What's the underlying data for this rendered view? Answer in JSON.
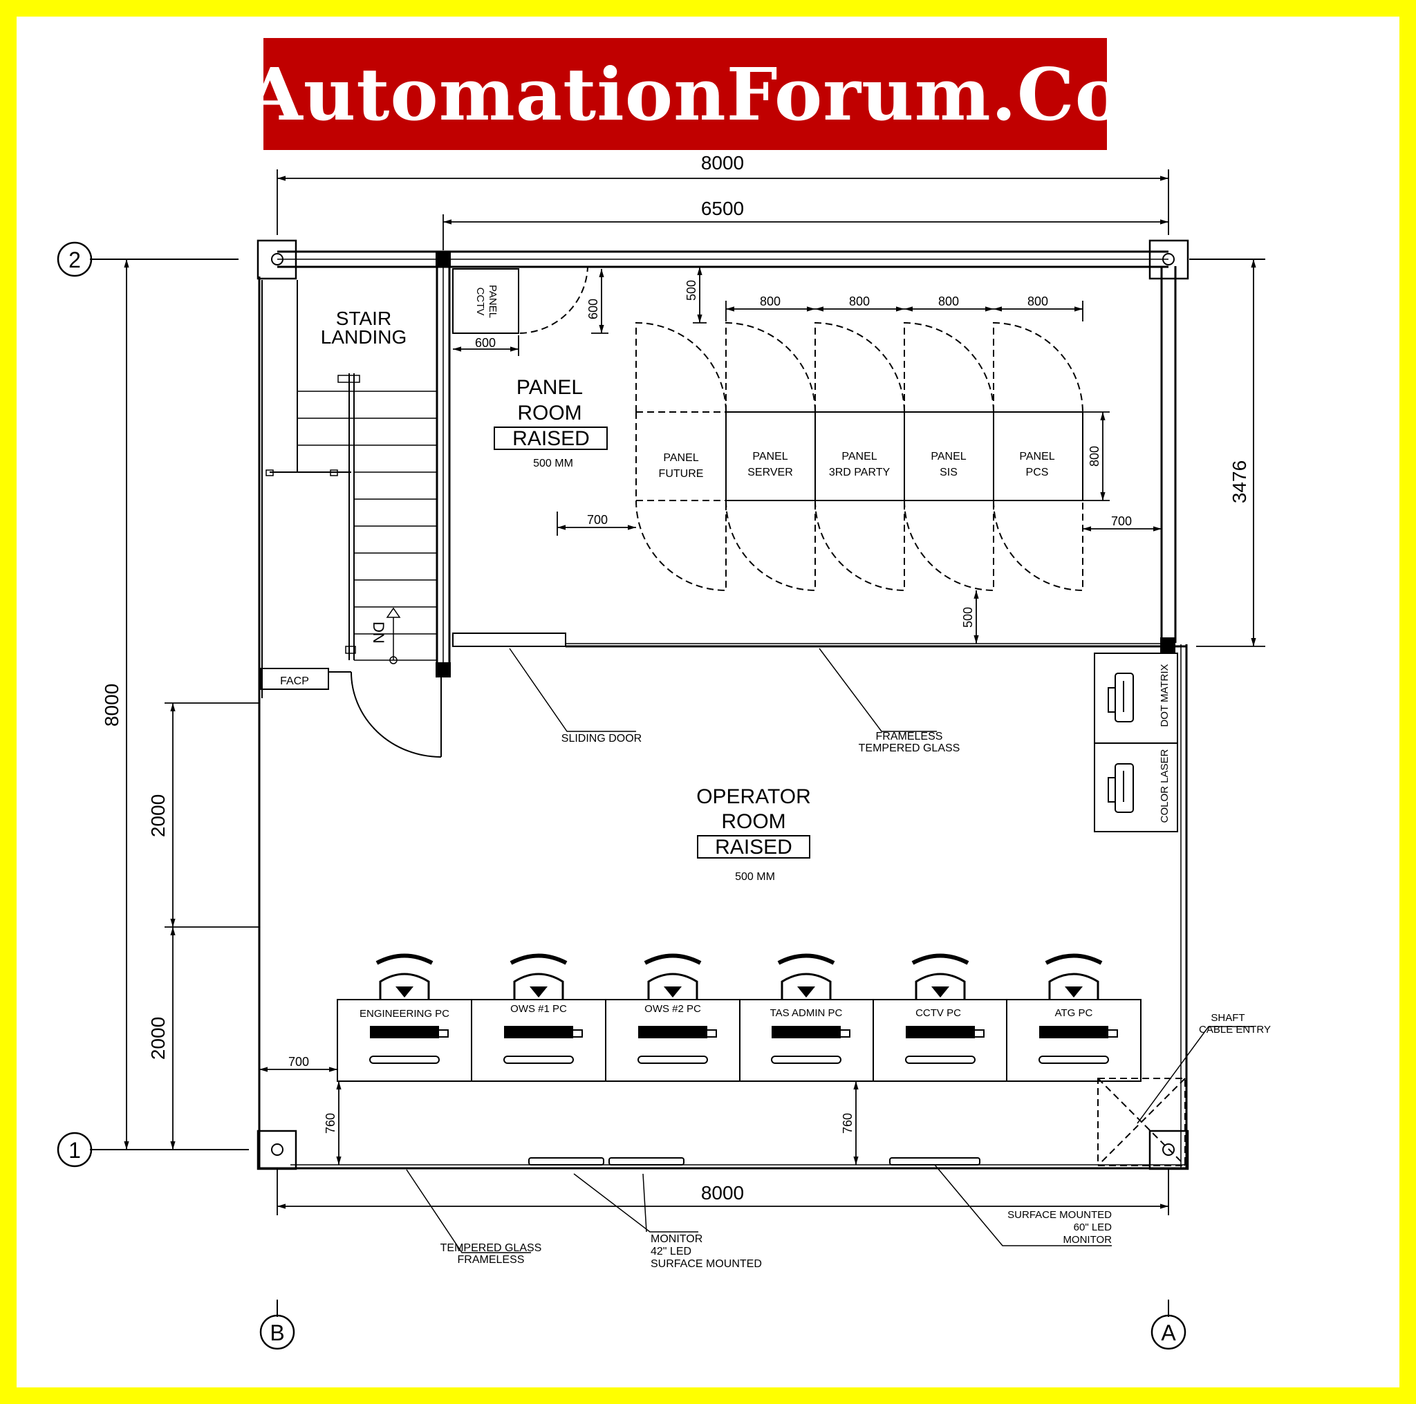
{
  "banner": {
    "text": "AutomationForum.Co",
    "background": "#c00000",
    "color": "#ffffff"
  },
  "frame_color": "#ffff00",
  "grid": {
    "row_2": "2",
    "row_1": "1",
    "col_b": "B",
    "col_a": "A"
  },
  "dimensions": {
    "top_overall": "8000",
    "top_panel": "6500",
    "bottom_overall": "8000",
    "left_overall": "8000",
    "left_upper": "2000",
    "left_lower": "2000",
    "right_panel_room": "3476",
    "cctv_width": "600",
    "cctv_depth": "600",
    "panel_clear_top": "500",
    "panel_w1": "800",
    "panel_w2": "800",
    "panel_w3": "800",
    "panel_w4": "800",
    "panel_depth": "800",
    "left_clear": "700",
    "right_clear": "700",
    "bottom_clear": "500",
    "desk_left": "700",
    "desk_depth_left": "760",
    "desk_depth_right": "760"
  },
  "rooms": {
    "stair": {
      "line1": "STAIR",
      "line2": "LANDING"
    },
    "panel_room": {
      "line1": "PANEL",
      "line2": "ROOM",
      "raised": "RAISED",
      "height": "500 MM"
    },
    "operator_room": {
      "line1": "OPERATOR",
      "line2": "ROOM",
      "raised": "RAISED",
      "height": "500 MM"
    }
  },
  "cctv_panel": {
    "line1": "CCTV",
    "line2": "PANEL"
  },
  "dn_label": "DN",
  "facp_label": "FACP",
  "panels": [
    {
      "line1": "PANEL",
      "line2": "FUTURE"
    },
    {
      "line1": "PANEL",
      "line2": "SERVER"
    },
    {
      "line1": "PANEL",
      "line2": "3RD PARTY"
    },
    {
      "line1": "PANEL",
      "line2": "SIS"
    },
    {
      "line1": "PANEL",
      "line2": "PCS"
    }
  ],
  "printers": [
    "DOT MATRIX",
    "COLOR LASER"
  ],
  "workstations": [
    "ENGINEERING PC",
    "OWS #1 PC",
    "OWS #2 PC",
    "TAS ADMIN PC",
    "CCTV PC",
    "ATG PC"
  ],
  "callouts": {
    "sliding_door": "SLIDING DOOR",
    "frameless_glass_1": "FRAMELESS",
    "frameless_glass_2": "TEMPERED GLASS",
    "shaft_1": "SHAFT",
    "shaft_2": "CABLE ENTRY",
    "tempered_1": "TEMPERED GLASS",
    "tempered_2": "FRAMELESS",
    "monitor42_1": "MONITOR",
    "monitor42_2": "42\" LED",
    "monitor42_3": "SURFACE MOUNTED",
    "monitor60_1": "SURFACE MOUNTED",
    "monitor60_2": "60\" LED",
    "monitor60_3": "MONITOR"
  }
}
